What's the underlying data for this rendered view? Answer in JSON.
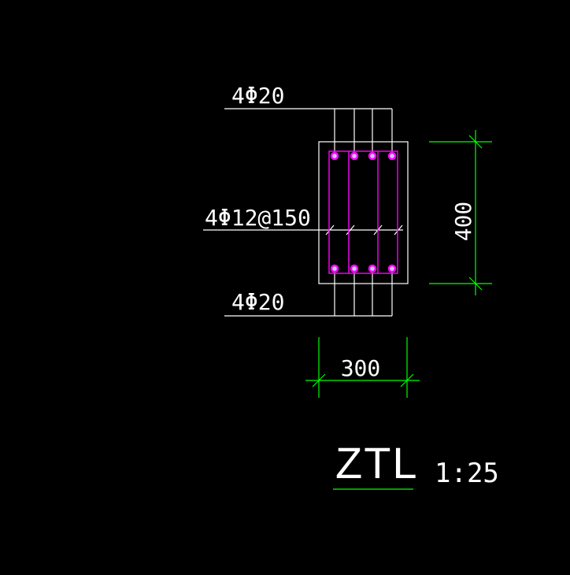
{
  "drawing": {
    "background": "#000000",
    "colors": {
      "outline": "#ffffff",
      "dimension": "#00ff00",
      "reinforcement": "#ff00ff",
      "bar_fill": "#c8c8ff"
    },
    "labels": {
      "top_rebar": "4Φ20",
      "stirrup": "4Φ12@150",
      "bottom_rebar": "4Φ20"
    },
    "dimensions": {
      "height": "400",
      "width": "300"
    },
    "title": {
      "name": "ZTL",
      "scale": "1:25"
    }
  }
}
